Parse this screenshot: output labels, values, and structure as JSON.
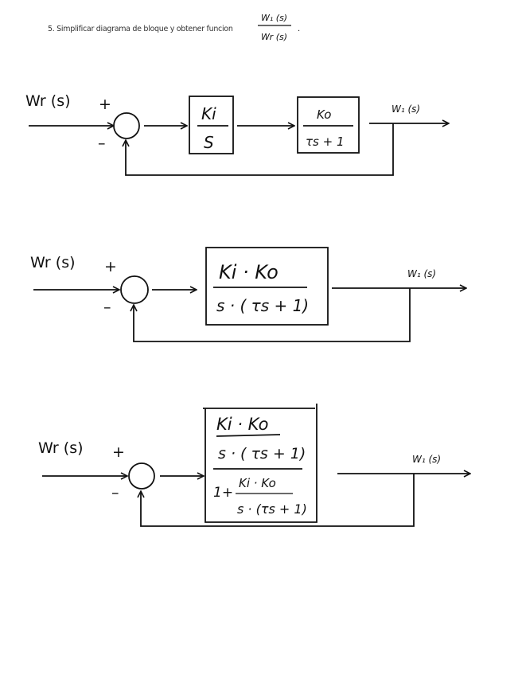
{
  "heading": {
    "text": "5. Simplificar diagrama de bloque y obtener funcion",
    "fraction_num": "W₁ (s)",
    "fraction_den": "Wr (s)",
    "tail": "."
  },
  "diagrams": [
    {
      "input_label": "Wr (s)",
      "plus_sign": "+",
      "minus_sign": "–",
      "output_label": "W₁ (s)",
      "blocks": [
        {
          "num": "Ki",
          "den": "S"
        },
        {
          "num": "Ko",
          "den": "τs + 1"
        }
      ]
    },
    {
      "input_label": "Wr (s)",
      "plus_sign": "+",
      "minus_sign": "–",
      "output_label": "W₁ (s)",
      "blocks": [
        {
          "num": "Ki · Ko",
          "den": "s · ( τs + 1)"
        }
      ]
    },
    {
      "input_label": "Wr (s)",
      "plus_sign": "+",
      "minus_sign": "–",
      "output_label": "W₁ (s)",
      "blocks": [
        {
          "num_num": "Ki · Ko",
          "num_den": "s · ( τs + 1)",
          "den_prefix": "1+",
          "den_num": "Ki · Ko",
          "den_den": "s · (τs + 1)"
        }
      ]
    }
  ]
}
